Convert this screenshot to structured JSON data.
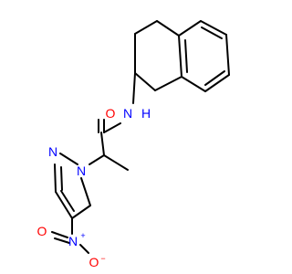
{
  "atoms": [
    {
      "id": "o_carbonyl",
      "symbol": "O",
      "color": "#ff0000"
    },
    {
      "id": "n_amide",
      "symbol": "N",
      "color": "#0000ff"
    },
    {
      "id": "h_amide",
      "symbol": "H",
      "color": "#0000ff"
    },
    {
      "id": "n_pyrazole_1",
      "symbol": "N",
      "color": "#0000ff"
    },
    {
      "id": "n_pyrazole_2",
      "symbol": "N",
      "color": "#0000ff"
    },
    {
      "id": "n_nitro",
      "symbol": "N",
      "color": "#0000ff"
    },
    {
      "id": "o_nitro_top",
      "symbol": "O",
      "color": "#ff0000"
    },
    {
      "id": "o_nitro_bottom",
      "symbol": "O",
      "color": "#ff0000"
    }
  ],
  "charges": [
    {
      "id": "nitro_n_charge",
      "text": "+",
      "color": "#0000ff"
    },
    {
      "id": "nitro_o_charge",
      "text": "−",
      "color": "#ff0000"
    }
  ]
}
